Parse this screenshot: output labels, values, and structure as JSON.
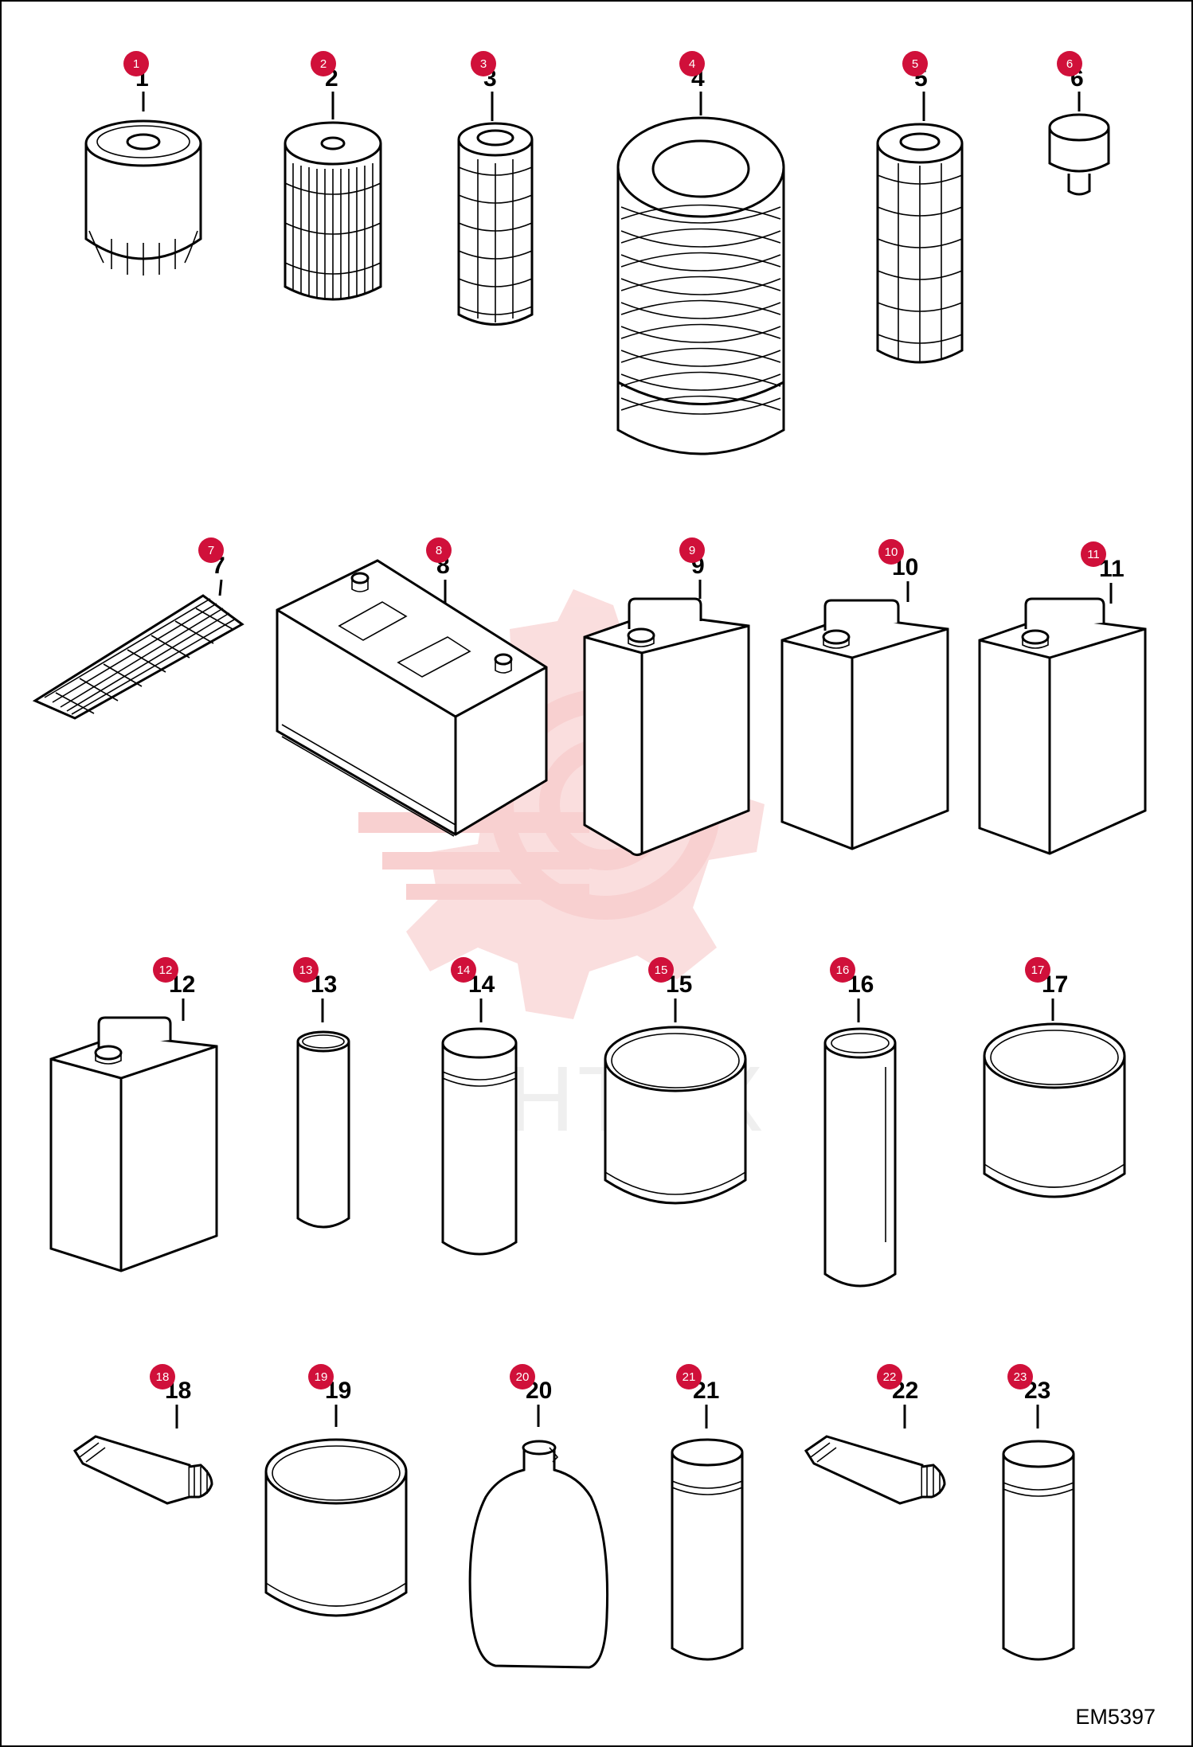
{
  "figure_id": "EM5397",
  "watermark_text": "ИНТЕХ",
  "accent_color": "#d0103a",
  "items": [
    {
      "label": "1",
      "badge": "1",
      "part": "oil-filter"
    },
    {
      "label": "2",
      "badge": "2",
      "part": "pleated-filter-element"
    },
    {
      "label": "3",
      "badge": "3",
      "part": "mesh-filter-element"
    },
    {
      "label": "4",
      "badge": "4",
      "part": "air-filter-element"
    },
    {
      "label": "5",
      "badge": "5",
      "part": "mesh-filter-element"
    },
    {
      "label": "6",
      "badge": "6",
      "part": "small-filter"
    },
    {
      "label": "7",
      "badge": "7",
      "part": "filter-mesh-strip"
    },
    {
      "label": "8",
      "badge": "8",
      "part": "battery"
    },
    {
      "label": "9",
      "badge": "9",
      "part": "canister"
    },
    {
      "label": "10",
      "badge": "10",
      "part": "canister"
    },
    {
      "label": "11",
      "badge": "11",
      "part": "canister"
    },
    {
      "label": "12",
      "badge": "12",
      "part": "canister"
    },
    {
      "label": "13",
      "badge": "13",
      "part": "cartridge-tube"
    },
    {
      "label": "14",
      "badge": "14",
      "part": "spray-can"
    },
    {
      "label": "15",
      "badge": "15",
      "part": "tin-can"
    },
    {
      "label": "16",
      "badge": "16",
      "part": "cartridge-tube"
    },
    {
      "label": "17",
      "badge": "17",
      "part": "tin-can"
    },
    {
      "label": "18",
      "badge": "18",
      "part": "tube"
    },
    {
      "label": "19",
      "badge": "19",
      "part": "tin-can"
    },
    {
      "label": "20",
      "badge": "20",
      "part": "bottle"
    },
    {
      "label": "21",
      "badge": "21",
      "part": "spray-can"
    },
    {
      "label": "22",
      "badge": "22",
      "part": "tube"
    },
    {
      "label": "23",
      "badge": "23",
      "part": "spray-can"
    }
  ]
}
